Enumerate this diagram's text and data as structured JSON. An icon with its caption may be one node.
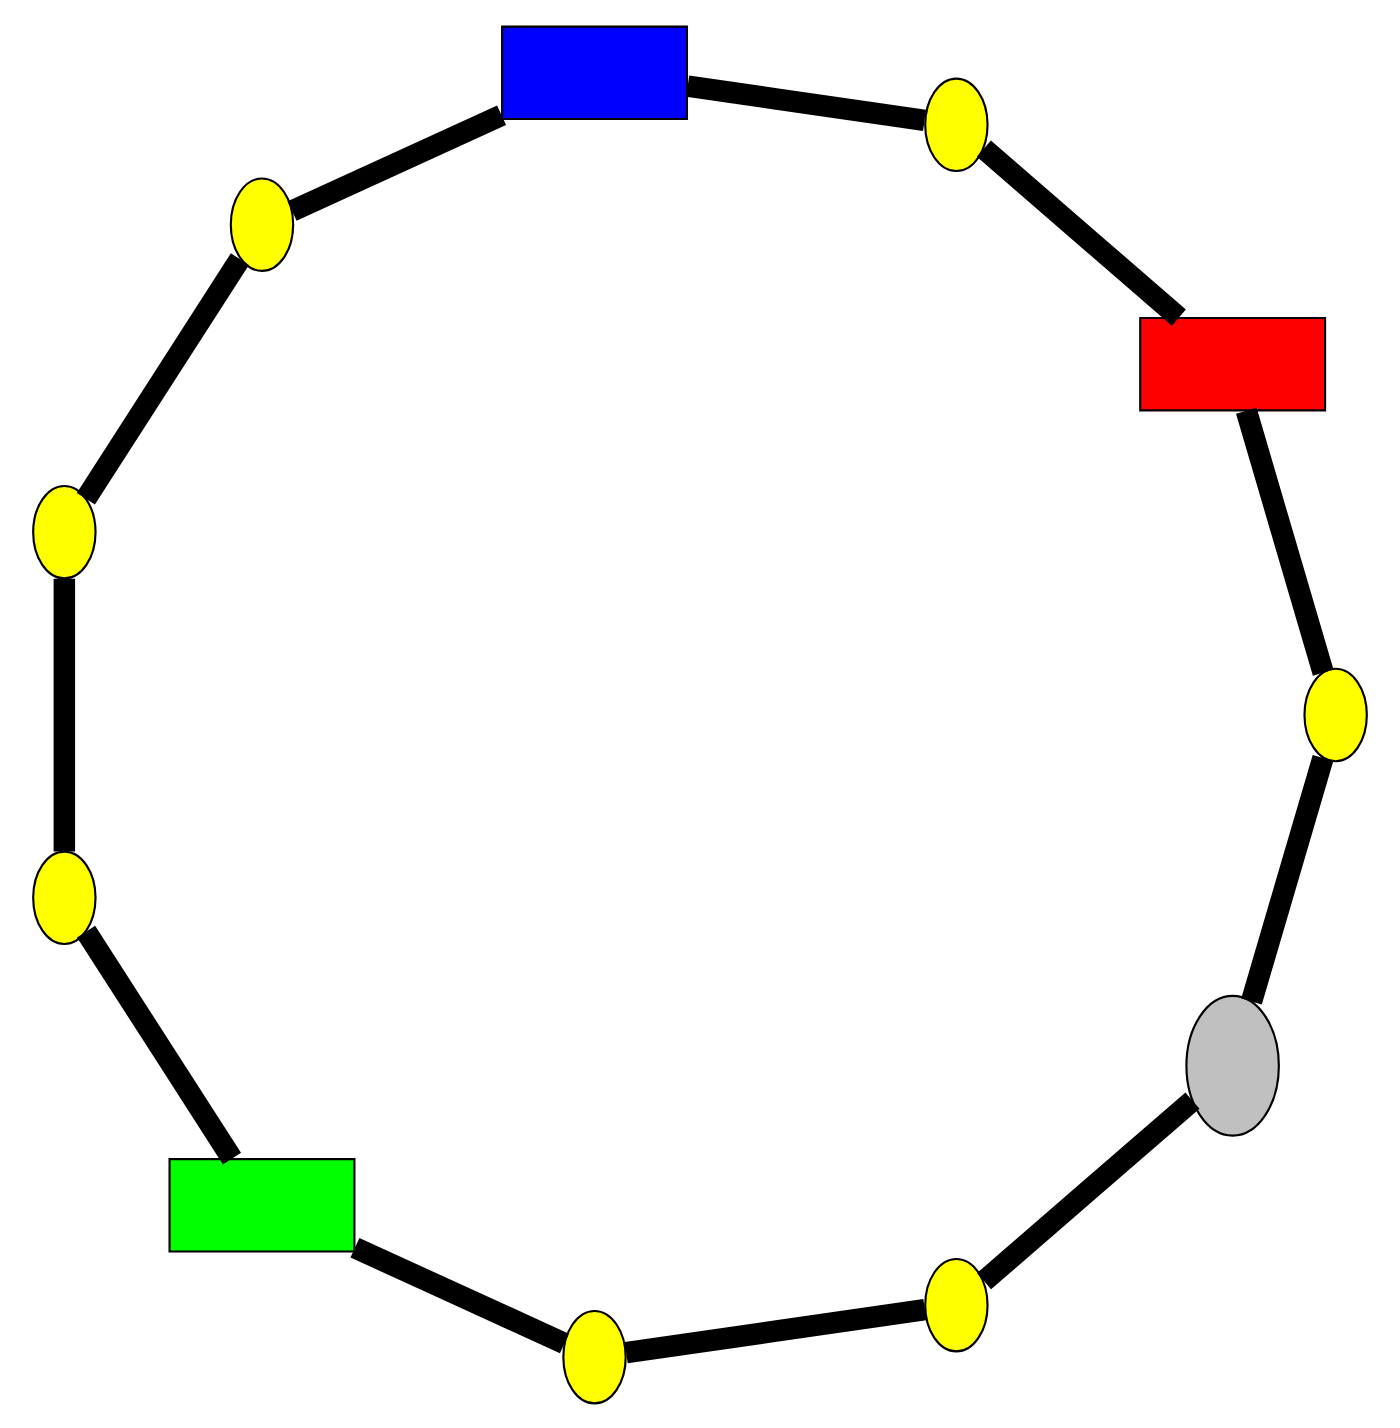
{
  "diagram": {
    "nodes": [
      {
        "text": [],
        "shape": "ellipse"
      },
      {
        "text": [],
        "shape": "ellipse"
      },
      {
        "text": [],
        "shape": "ellipse"
      },
      {
        "text": [],
        "shape": "box"
      },
      {
        "text": [],
        "shape": "ellipse"
      },
      {
        "text": [],
        "shape": "ellipse"
      },
      {
        "text": [],
        "shape": "ellipse"
      },
      {
        "text": [],
        "shape": "box"
      },
      {
        "text": [],
        "shape": "ellipse"
      },
      {
        "text": [],
        "shape": "box"
      },
      {
        "text": [],
        "shape": "ellipse"
      }
    ],
    "edges": [
      {
        "from": 0,
        "to": 1,
        "arrow": "none"
      },
      {
        "from": 1,
        "to": 2,
        "arrow": "none"
      },
      {
        "from": 2,
        "to": 3,
        "arrow": "none"
      },
      {
        "from": 3,
        "to": 4,
        "arrow": "none"
      },
      {
        "from": 4,
        "to": 5,
        "arrow": "none"
      },
      {
        "from": 5,
        "to": 6,
        "arrow": "none"
      },
      {
        "from": 6,
        "to": 7,
        "arrow": "none"
      },
      {
        "from": 7,
        "to": 8,
        "arrow": "none"
      },
      {
        "from": 8,
        "to": 9,
        "arrow": "none"
      },
      {
        "from": 9,
        "to": 10,
        "arrow": "none"
      },
      {
        "from": 10,
        "to": 0,
        "arrow": "none"
      }
    ]
  }
}
